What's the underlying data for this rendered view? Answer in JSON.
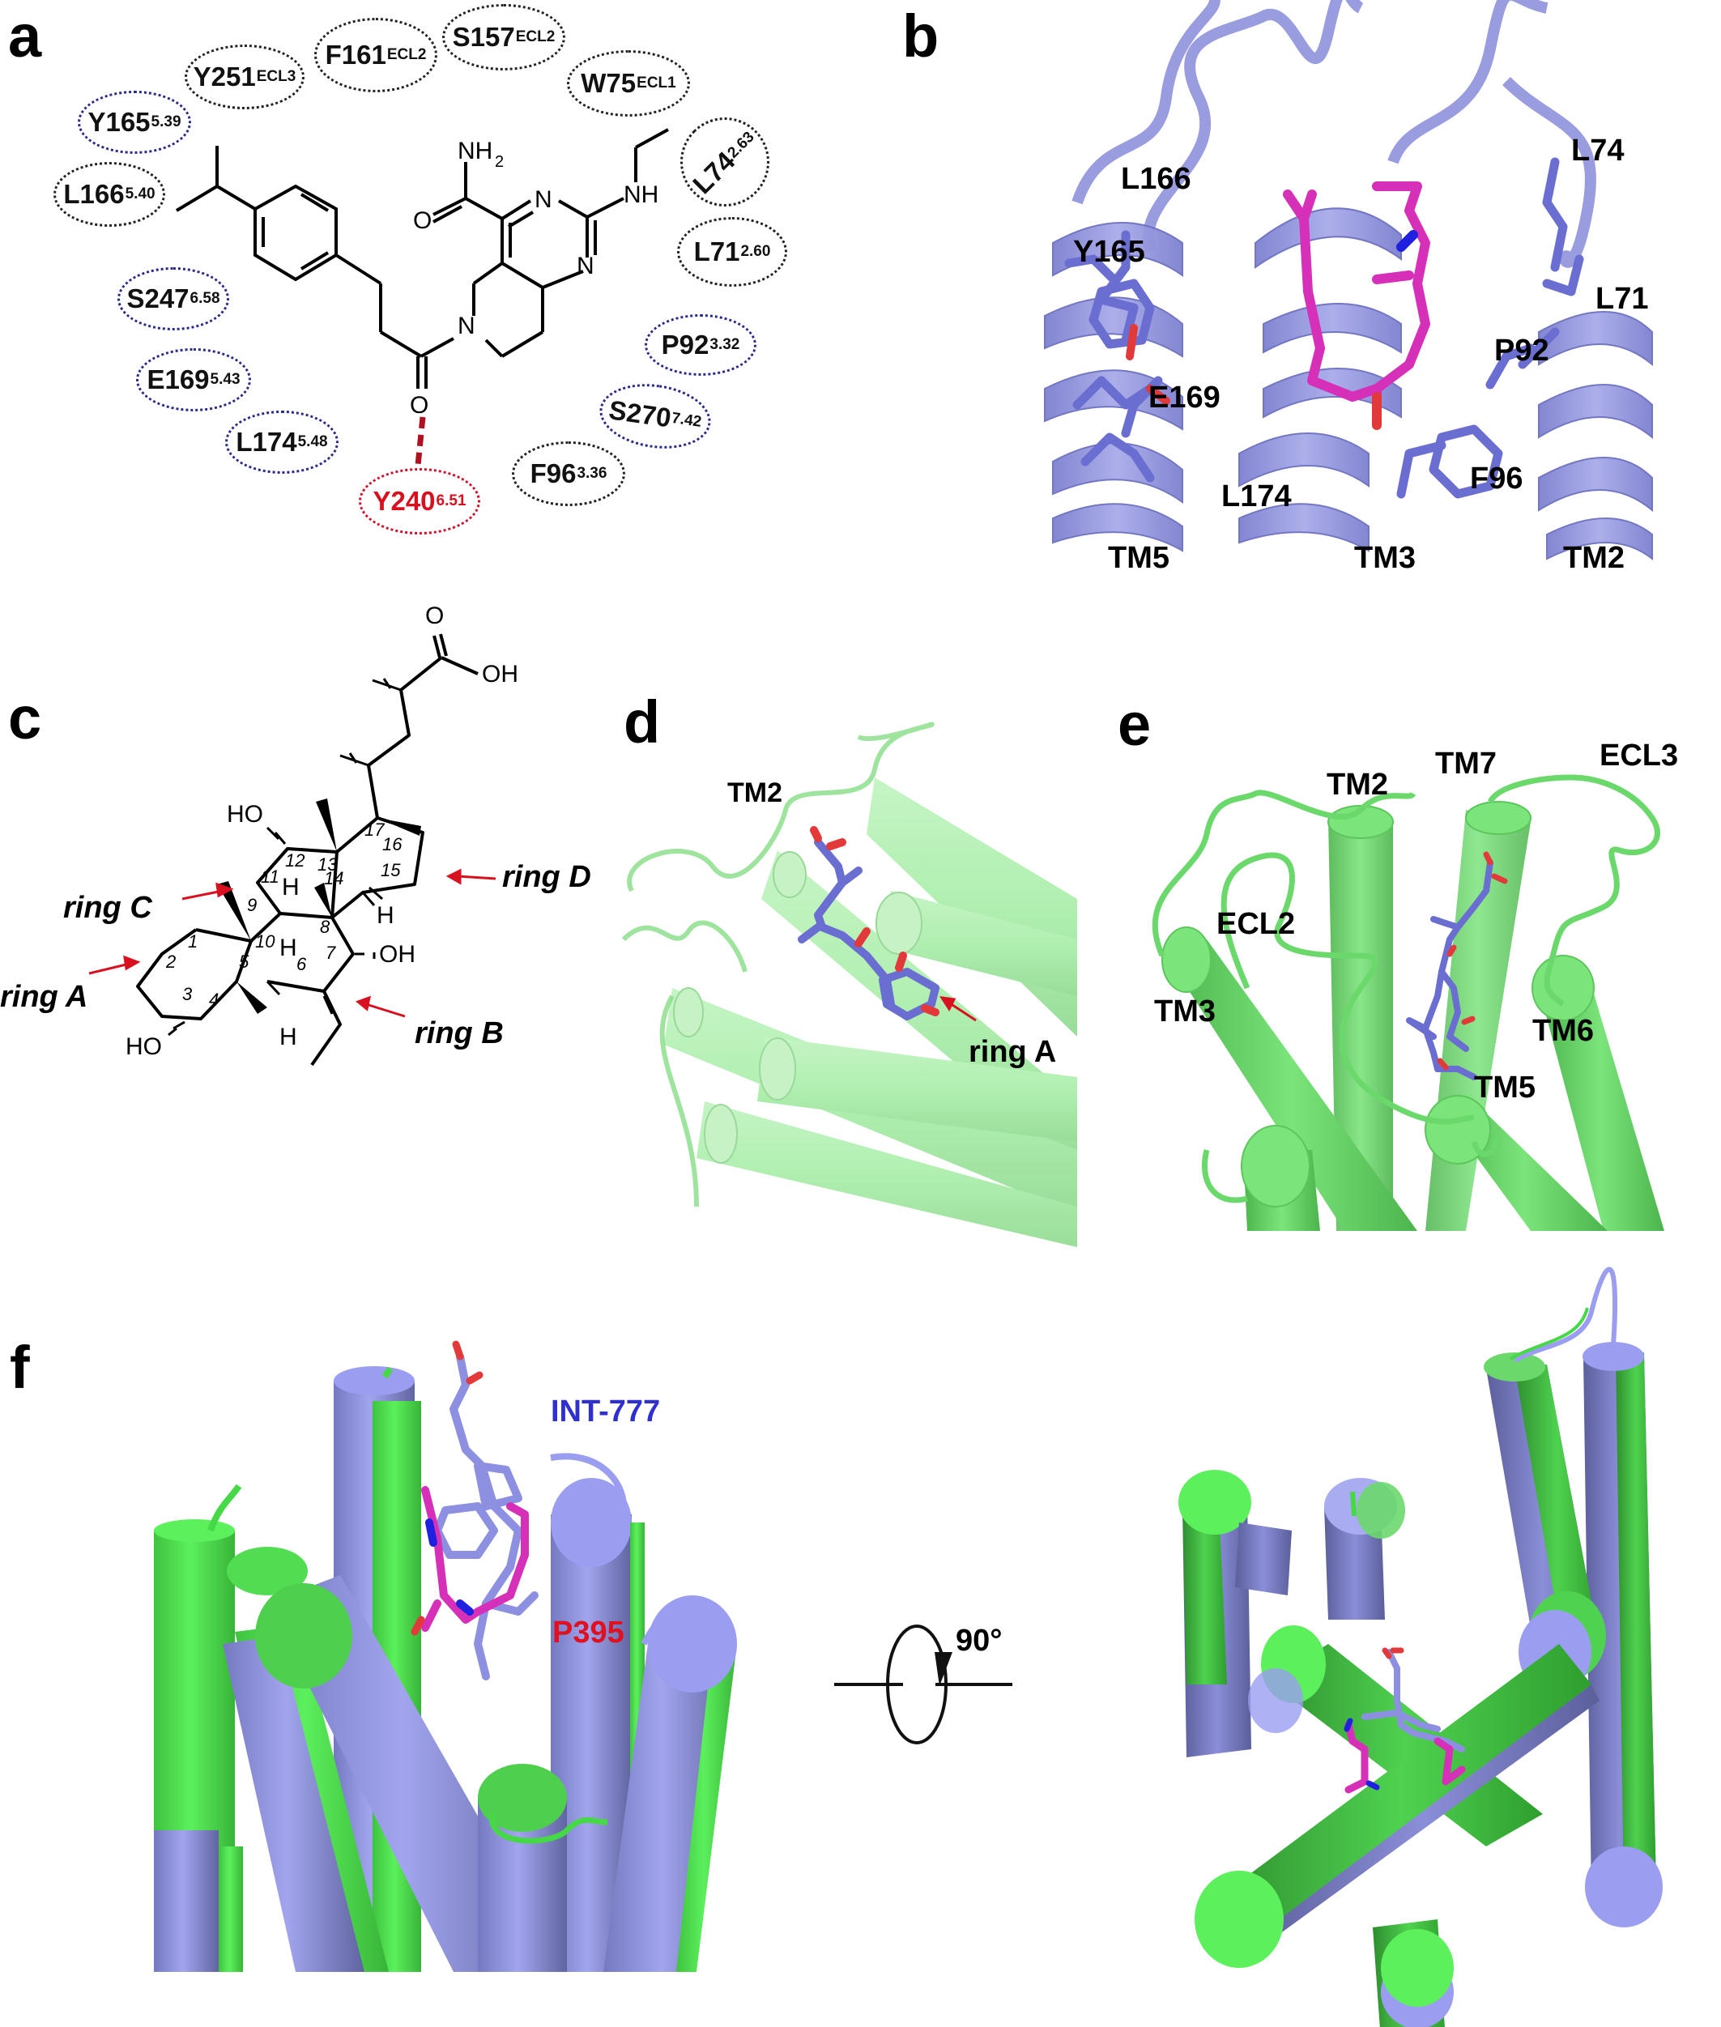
{
  "figure": {
    "panels": {
      "a": {
        "letter": "a",
        "ligand_atoms": {
          "nh2": "NH",
          "nh2_sub": "2",
          "o_amide": "O",
          "n1": "N",
          "n2": "N",
          "nh": "NH",
          "n_ring": "N",
          "o_carbonyl": "O"
        },
        "residues": [
          {
            "name": "Y251",
            "sup": "ECL3",
            "ring": "black"
          },
          {
            "name": "F161",
            "sup": "ECL2",
            "ring": "black"
          },
          {
            "name": "S157",
            "sup": "ECL2",
            "ring": "black"
          },
          {
            "name": "W75",
            "sup": "ECL1",
            "ring": "black"
          },
          {
            "name": "Y165",
            "sup": "5.39",
            "ring": "blue"
          },
          {
            "name": "L166",
            "sup": "5.40",
            "ring": "black"
          },
          {
            "name": "L74",
            "sup": "2.63",
            "ring": "black"
          },
          {
            "name": "L71",
            "sup": "2.60",
            "ring": "black"
          },
          {
            "name": "S247",
            "sup": "6.58",
            "ring": "blue"
          },
          {
            "name": "P92",
            "sup": "3.32",
            "ring": "blue"
          },
          {
            "name": "E169",
            "sup": "5.43",
            "ring": "blue"
          },
          {
            "name": "S270",
            "sup": "7.42",
            "ring": "blue"
          },
          {
            "name": "L174",
            "sup": "5.48",
            "ring": "blue"
          },
          {
            "name": "F96",
            "sup": "3.36",
            "ring": "black"
          },
          {
            "name": "Y240",
            "sup": "6.51",
            "ring": "red"
          }
        ]
      },
      "b": {
        "letter": "b",
        "residue_labels": [
          "L166",
          "Y165",
          "E169",
          "L174",
          "L74",
          "L71",
          "P92",
          "F96"
        ],
        "helix_labels": [
          "TM5",
          "TM3",
          "TM2"
        ]
      },
      "c": {
        "letter": "c",
        "ring_labels": [
          "ring C",
          "ring D",
          "ring A",
          "ring B"
        ],
        "atoms": {
          "o_top": "O",
          "oh_top": "OH",
          "ho_12": "HO",
          "oh_7": "OH",
          "ho_3": "HO",
          "h": "H"
        },
        "carbon_numbers": [
          "1",
          "2",
          "3",
          "4",
          "5",
          "6",
          "7",
          "8",
          "9",
          "10",
          "11",
          "12",
          "13",
          "14",
          "15",
          "16",
          "17"
        ]
      },
      "d": {
        "letter": "d",
        "labels": {
          "tm2": "TM2",
          "ring_a": "ring A"
        }
      },
      "e": {
        "letter": "e",
        "labels": [
          "TM2",
          "TM7",
          "ECL3",
          "ECL2",
          "TM3",
          "TM6",
          "TM5"
        ]
      },
      "f": {
        "letter": "f",
        "ligand_labels": {
          "int777": "INT-777",
          "p395": "P395"
        },
        "rotation_label": "90°"
      }
    },
    "colors": {
      "ligand_magenta": "#d62fb8",
      "protein_slate": "#8d8fdc",
      "protein_green": "#5be05b",
      "protein_green_light": "#a8eea8",
      "oxygen_red": "#e23a3a",
      "nitrogen_blue": "#2020e0",
      "hbond_red": "#b01020",
      "label_blue": "#3030d0",
      "label_red": "#e01020"
    }
  }
}
